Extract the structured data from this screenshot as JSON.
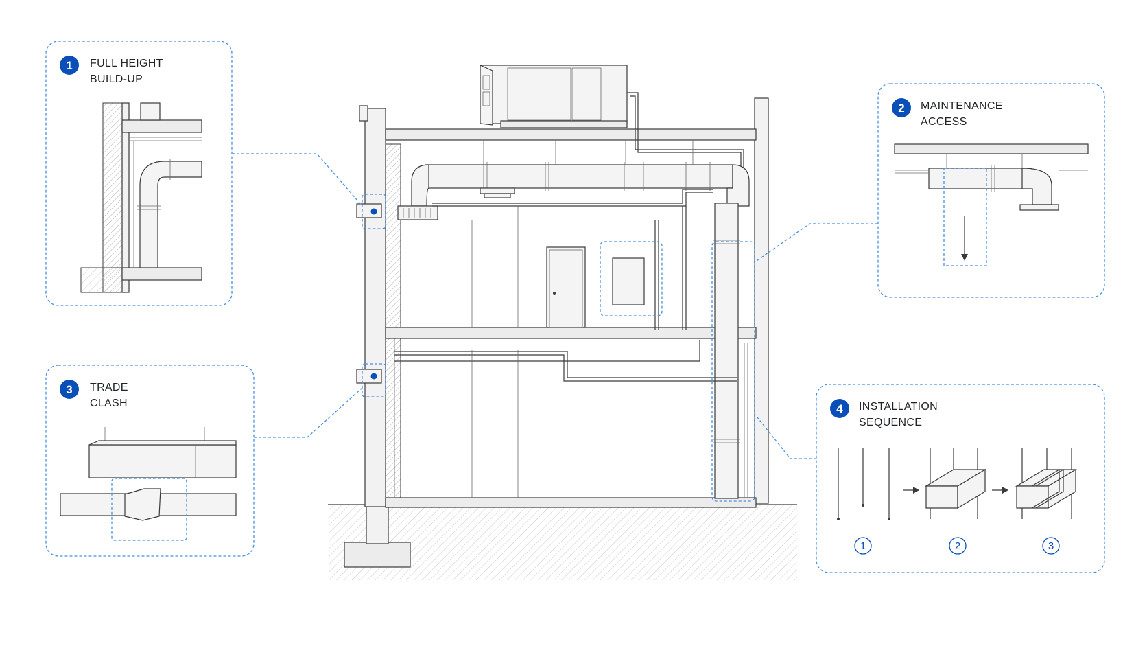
{
  "callouts": [
    {
      "number": "1",
      "line1": "FULL HEIGHT",
      "line2": "BUILD-UP"
    },
    {
      "number": "2",
      "line1": "MAINTENANCE",
      "line2": "ACCESS"
    },
    {
      "number": "3",
      "line1": "TRADE",
      "line2": "CLASH"
    },
    {
      "number": "4",
      "line1": "INSTALLATION",
      "line2": "SEQUENCE"
    }
  ],
  "sequence_steps": [
    "1",
    "2",
    "3"
  ],
  "colors": {
    "accent": "#0a4fb8",
    "dashed_frame": "#4a90e2",
    "linework": "#3a3a3a"
  },
  "icons": {
    "badge": "numbered-circle",
    "sequence_arrow": "arrow-right-icon",
    "drop_arrow": "arrow-down-icon",
    "marker": "dot-marker-icon"
  }
}
